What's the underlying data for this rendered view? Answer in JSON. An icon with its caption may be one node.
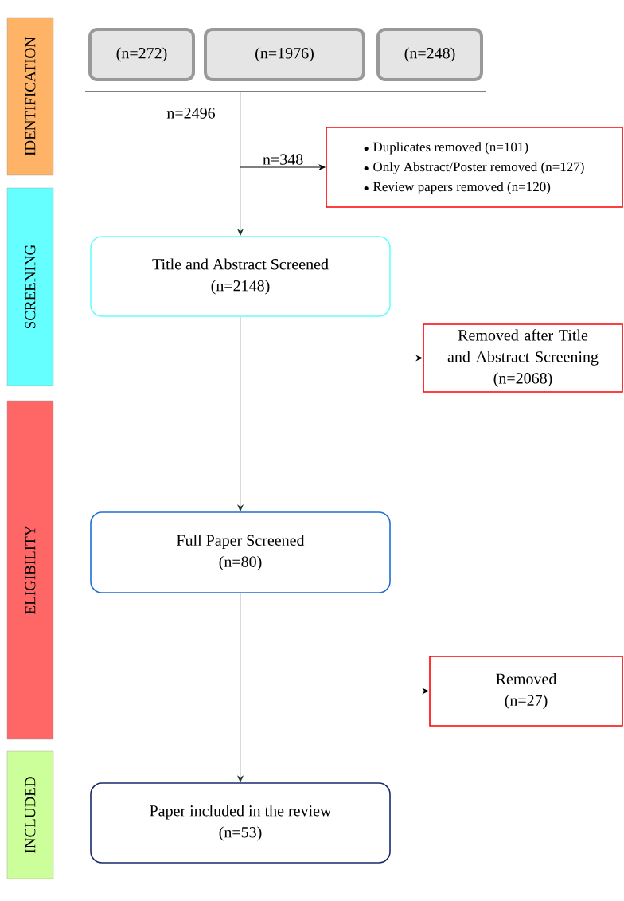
{
  "diagram": {
    "nodes": [
      {
        "text": [
          "IDENTIFICATION"
        ]
      },
      {
        "text": [
          "SCREENING"
        ]
      },
      {
        "text": [
          "ELIGIBILITY"
        ]
      },
      {
        "text": [
          "INCLUDED"
        ]
      },
      {
        "text": [
          "(n=272)"
        ]
      },
      {
        "text": [
          "(n=1976)"
        ]
      },
      {
        "text": [
          "(n=248)"
        ]
      },
      {
        "text": [
          "Title and Abstract Screened",
          "(n=2148)"
        ]
      },
      {
        "text": [
          "Duplicates removed (n=101)",
          "Only Abstract/Poster removed (n=127)",
          "Review papers removed (n=120)"
        ]
      },
      {
        "text": [
          "Removed after Title and Abstract Screening",
          "(n=2068)"
        ]
      },
      {
        "text": [
          "Full Paper Screened",
          "(n=80)"
        ]
      },
      {
        "text": [
          "Removed",
          "(n=27)"
        ]
      },
      {
        "text": [
          "Paper included in the review",
          "(n=53)"
        ]
      }
    ],
    "edges": [
      {
        "from": null,
        "to": 7,
        "arrow": "to",
        "label": "n=2496",
        "color": "#bbbbbb"
      },
      {
        "from": null,
        "to": 8,
        "arrow": "to",
        "label": "n=348",
        "color": "#000000"
      },
      {
        "from": 7,
        "to": 10,
        "arrow": "to",
        "color": "#bbbbbb"
      },
      {
        "from": null,
        "to": 9,
        "arrow": "to",
        "color": "#000000"
      },
      {
        "from": 10,
        "to": 12,
        "arrow": "to",
        "color": "#bbbbbb"
      },
      {
        "from": null,
        "to": 11,
        "arrow": "to",
        "color": "#000000"
      }
    ]
  }
}
